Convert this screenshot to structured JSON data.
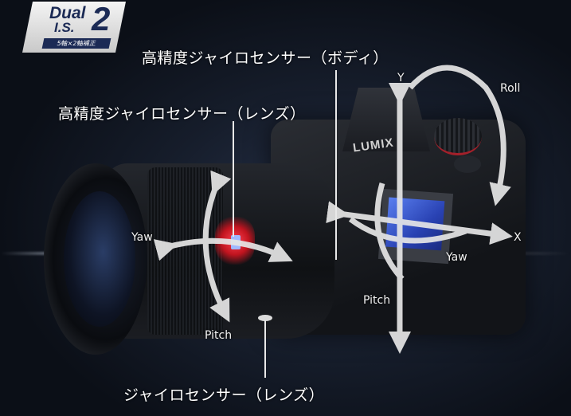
{
  "badge": {
    "line1": "Dual",
    "line2": "I.S.",
    "number": "2",
    "subtitle": "5軸×2軸補正"
  },
  "camera": {
    "brand_text": "LUMIX"
  },
  "callouts": {
    "gyro_body": "高精度ジャイロセンサー（ボディ）",
    "gyro_lens_high": "高精度ジャイロセンサー（レンズ）",
    "gyro_lens": "ジャイロセンサー（レンズ）"
  },
  "axes": {
    "lens": {
      "yaw": "Yaw",
      "pitch": "Pitch"
    },
    "body": {
      "y": "Y",
      "x": "X",
      "roll": "Roll",
      "yaw": "Yaw",
      "pitch": "Pitch"
    }
  },
  "colors": {
    "background": "#0d121b",
    "arrow": "#e6e6e6",
    "badge_navy": "#1b2a55",
    "sensor_blue": "#2f4fbf",
    "gyro_red": "#d11e2a"
  }
}
